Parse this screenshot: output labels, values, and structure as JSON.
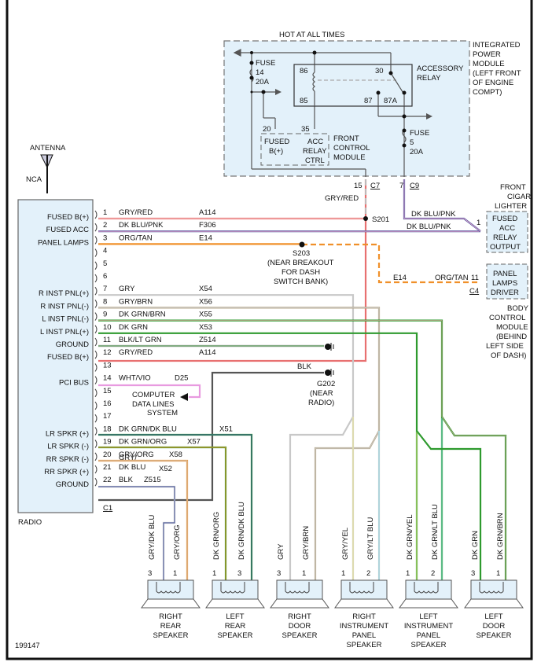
{
  "diagram_id": "199147",
  "ipm": {
    "hot_label": "HOT AT ALL TIMES",
    "title": [
      "INTEGRATED",
      "POWER",
      "MODULE",
      "(LEFT FRONT",
      "OF ENGINE",
      "COMPT)"
    ],
    "fuse14": [
      "FUSE",
      "14",
      "20A"
    ],
    "fuse5": [
      "FUSE",
      "5",
      "20A"
    ],
    "relay_title": [
      "ACCESSORY",
      "RELAY"
    ],
    "relay_pins": {
      "p86": "86",
      "p85": "85",
      "p30": "30",
      "p87": "87",
      "p87a": "87A"
    },
    "fcm": {
      "title": [
        "FRONT",
        "CONTROL",
        "MODULE"
      ],
      "pin20": "20",
      "pin35": "35",
      "fused": [
        "FUSED",
        "B(+)"
      ],
      "acc": [
        "ACC",
        "RELAY",
        "CTRL"
      ]
    },
    "c7_pin": "15",
    "c7": "C7",
    "c9_pin": "7",
    "c9": "C9",
    "c7_wire": "GRY/RED"
  },
  "antenna": {
    "label": "ANTENNA",
    "nca": "NCA"
  },
  "radio": {
    "title": "RADIO",
    "connector": "C1",
    "pin_labels": [
      {
        "pin": "1",
        "func": "FUSED B(+)",
        "color": "GRY/RED",
        "circuit": "A114"
      },
      {
        "pin": "2",
        "func": "FUSED ACC",
        "color": "DK BLU/PNK",
        "circuit": "F306"
      },
      {
        "pin": "3",
        "func": "PANEL LAMPS",
        "color": "ORG/TAN",
        "circuit": "E14"
      },
      {
        "pin": "4",
        "func": "",
        "color": "",
        "circuit": ""
      },
      {
        "pin": "5",
        "func": "",
        "color": "",
        "circuit": ""
      },
      {
        "pin": "6",
        "func": "",
        "color": "",
        "circuit": ""
      },
      {
        "pin": "7",
        "func": "R INST PNL(+)",
        "color": "GRY",
        "circuit": "X54"
      },
      {
        "pin": "8",
        "func": "R INST PNL(-)",
        "color": "GRY/BRN",
        "circuit": "X56"
      },
      {
        "pin": "9",
        "func": "L INST PNL(-)",
        "color": "DK GRN/BRN",
        "circuit": "X55"
      },
      {
        "pin": "10",
        "func": "L INST PNL(+)",
        "color": "DK GRN",
        "circuit": "X53"
      },
      {
        "pin": "11",
        "func": "GROUND",
        "color": "BLK/LT GRN",
        "circuit": "Z514"
      },
      {
        "pin": "12",
        "func": "FUSED B(+)",
        "color": "GRY/RED",
        "circuit": "A114"
      },
      {
        "pin": "13",
        "func": "",
        "color": "",
        "circuit": ""
      },
      {
        "pin": "14",
        "func": "PCI BUS",
        "color": "WHT/VIO",
        "circuit": "D25"
      },
      {
        "pin": "15",
        "func": "",
        "color": "",
        "circuit": ""
      },
      {
        "pin": "16",
        "func": "",
        "color": "",
        "circuit": ""
      },
      {
        "pin": "17",
        "func": "",
        "color": "",
        "circuit": ""
      },
      {
        "pin": "18",
        "func": "LR SPKR (+)",
        "color": "DK GRN/DK BLU",
        "circuit": "X51"
      },
      {
        "pin": "19",
        "func": "LR SPKR (-)",
        "color": "DK GRN/ORG",
        "circuit": "X57"
      },
      {
        "pin": "20",
        "func": "RR SPKR (-)",
        "color": "GRY/ORG",
        "circuit": "X58"
      },
      {
        "pin": "21",
        "func": "RR SPKR (+)",
        "color": "GRY/\nDK BLU",
        "circuit": "X52"
      },
      {
        "pin": "22",
        "func": "GROUND",
        "color": "BLK",
        "circuit": "Z515"
      }
    ]
  },
  "splices": {
    "s201": "S201",
    "s203": [
      "S203",
      "(NEAR BREAKOUT",
      "FOR DASH",
      "SWITCH BANK)"
    ],
    "g202": [
      "G202",
      "(NEAR",
      "RADIO)"
    ],
    "blk": "BLK",
    "dkblupnk_a": "DK BLU/PNK",
    "dkblupnk_b": "DK BLU/PNK",
    "e14": "E14",
    "orgtan": "ORG/TAN",
    "bcm_pin": "11",
    "bcm_conn": "C4",
    "cigar_pin": "1"
  },
  "pci": [
    "COMPUTER",
    "DATA LINES",
    "SYSTEM"
  ],
  "cigar": {
    "title": [
      "FRONT",
      "CIGAR",
      "LIGHTER"
    ],
    "box": [
      "FUSED",
      "ACC",
      "RELAY",
      "OUTPUT"
    ]
  },
  "bcm": {
    "box": [
      "PANEL",
      "LAMPS",
      "DRIVER"
    ],
    "title": [
      "BODY",
      "CONTROL",
      "MODULE",
      "(BEHIND",
      "LEFT SIDE",
      "OF DASH)"
    ]
  },
  "speakers": [
    {
      "name": [
        "RIGHT",
        "REAR",
        "SPEAKER"
      ],
      "wires": [
        {
          "pin": "3",
          "color": "GRY/DK BLU"
        },
        {
          "pin": "1",
          "color": "GRY/ORG"
        }
      ]
    },
    {
      "name": [
        "LEFT",
        "REAR",
        "SPEAKER"
      ],
      "wires": [
        {
          "pin": "1",
          "color": "DK GRN/ORG"
        },
        {
          "pin": "3",
          "color": "DK GRN/DK BLU"
        }
      ]
    },
    {
      "name": [
        "RIGHT",
        "DOOR",
        "SPEAKER"
      ],
      "wires": [
        {
          "pin": "3",
          "color": "GRY"
        },
        {
          "pin": "1",
          "color": "GRY/BRN"
        }
      ]
    },
    {
      "name": [
        "RIGHT",
        "INSTRUMENT",
        "PANEL",
        "SPEAKER"
      ],
      "wires": [
        {
          "pin": "1",
          "color": "GRY/YEL"
        },
        {
          "pin": "2",
          "color": "GRY/LT BLU"
        }
      ]
    },
    {
      "name": [
        "LEFT",
        "INSTRUMENT",
        "PANEL",
        "SPEAKER"
      ],
      "wires": [
        {
          "pin": "1",
          "color": "DK GRN/YEL"
        },
        {
          "pin": "2",
          "color": "DK GRN/LT BLU"
        }
      ]
    },
    {
      "name": [
        "LEFT",
        "DOOR",
        "SPEAKER"
      ],
      "wires": [
        {
          "pin": "3",
          "color": "DK GRN"
        },
        {
          "pin": "1",
          "color": "DK GRN/BRN"
        }
      ]
    }
  ],
  "colors": {
    "module_fill": "#e3f1fa",
    "gry": "#c8c8c8",
    "red": "#e87070",
    "dkblu": "#4050a0",
    "pnk": "#f0a8c8",
    "org": "#f0902a",
    "grn": "#2e9a2e",
    "brn": "#b8a888",
    "blk": "#555555",
    "yel": "#f5ef90",
    "ltblu": "#90e0f0",
    "vio": "#e89ae0"
  }
}
